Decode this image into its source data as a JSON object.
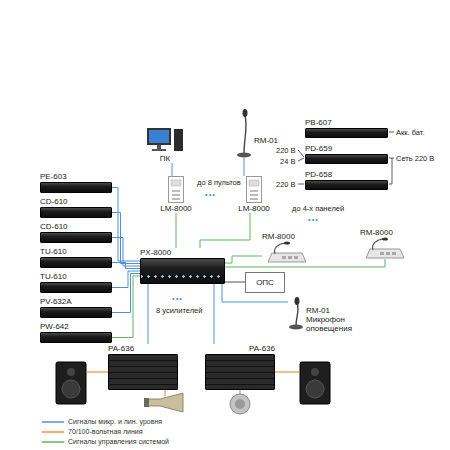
{
  "diagram": {
    "nodes": [
      {
        "text": [
          "ПК"
        ]
      },
      {
        "text": [
          "RM-01"
        ]
      },
      {
        "text": [
          "LM-8000"
        ]
      },
      {
        "text": [
          "LM-8000"
        ]
      },
      {
        "text": [
          "PB-607"
        ]
      },
      {
        "text": [
          "PD-659"
        ]
      },
      {
        "text": [
          "PD-658"
        ]
      },
      {
        "text": [
          "PE-603"
        ]
      },
      {
        "text": [
          "CD-610"
        ]
      },
      {
        "text": [
          "CD-610"
        ]
      },
      {
        "text": [
          "TU-610"
        ]
      },
      {
        "text": [
          "TU-610"
        ]
      },
      {
        "text": [
          "PV-632A"
        ]
      },
      {
        "text": [
          "PW-642"
        ]
      },
      {
        "text": [
          "PX-8000"
        ]
      },
      {
        "text": [
          "RM-8000"
        ]
      },
      {
        "text": [
          "RM-8000"
        ]
      },
      {
        "text": [
          "ОПС"
        ]
      },
      {
        "text": [
          "RM-01",
          "Микрофон оповещения"
        ]
      },
      {
        "text": [
          "PA-636"
        ]
      },
      {
        "text": [
          "PA-636"
        ]
      }
    ],
    "edges": [
      {
        "from": 0,
        "to": 2,
        "arrow": "none"
      },
      {
        "from": 1,
        "to": 3,
        "arrow": "none"
      },
      {
        "from": 2,
        "to": 14,
        "arrow": "none"
      },
      {
        "from": 3,
        "to": 14,
        "arrow": "none"
      },
      {
        "from": 7,
        "to": 14,
        "arrow": "none"
      },
      {
        "from": 8,
        "to": 14,
        "arrow": "none"
      },
      {
        "from": 9,
        "to": 14,
        "arrow": "none"
      },
      {
        "from": 10,
        "to": 14,
        "arrow": "none"
      },
      {
        "from": 11,
        "to": 14,
        "arrow": "none"
      },
      {
        "from": 12,
        "to": 14,
        "arrow": "none"
      },
      {
        "from": 13,
        "to": 14,
        "arrow": "none"
      },
      {
        "from": 15,
        "to": 14,
        "arrow": "none"
      },
      {
        "from": 16,
        "to": 14,
        "arrow": "none"
      },
      {
        "from": 17,
        "to": 14,
        "arrow": "none"
      },
      {
        "from": 18,
        "to": 14,
        "arrow": "none"
      },
      {
        "from": 14,
        "to": 19,
        "arrow": "none"
      },
      {
        "from": 14,
        "to": 20,
        "arrow": "none"
      }
    ],
    "labels": [
      "до 8 пультов",
      "•••",
      "Акк. бат.",
      "220 В",
      "24 В",
      "Сеть 220 В",
      "220 В",
      "до 4-х панелей",
      "•••",
      "•••",
      "8 усилителей"
    ],
    "legend": [
      {
        "text": "Сигналы микр. и лин. уровня",
        "color": "#4f8fd6"
      },
      {
        "text": "70/100-вольтная линия",
        "color": "#f39237"
      },
      {
        "text": "Сигналы управления системой",
        "color": "#5cb85c"
      }
    ]
  }
}
